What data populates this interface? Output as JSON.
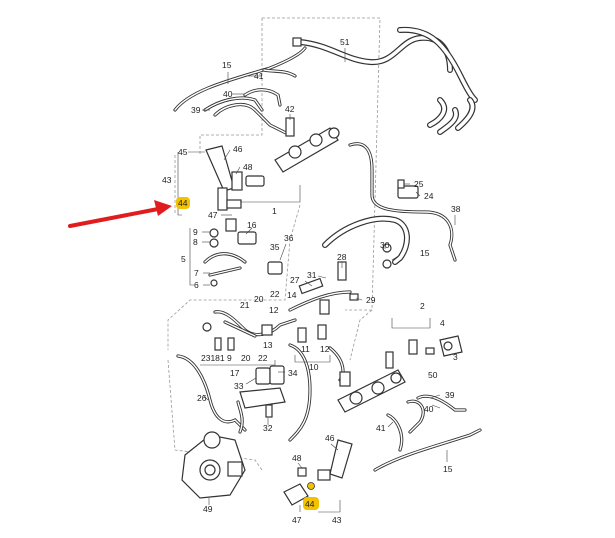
{
  "labels": {
    "l51": "51",
    "l15a": "15",
    "l41a": "41",
    "l40a": "40",
    "l39a": "39",
    "l42": "42",
    "l45": "45",
    "l46": "46",
    "l48a": "48",
    "l43a": "43",
    "l44a": "44",
    "l47a": "47",
    "l1": "1",
    "l25": "25",
    "l24": "24",
    "l38": "38",
    "l16": "16",
    "l9": "9",
    "l8": "8",
    "l5": "5",
    "l7": "7",
    "l6": "6",
    "l35": "35",
    "l36": "36",
    "l30": "30",
    "l15b": "15",
    "l27": "27",
    "l31": "31",
    "l28": "28",
    "l29": "29",
    "l21": "21",
    "l20": "20",
    "l22": "22",
    "l14": "14",
    "l12a": "12",
    "l11": "11",
    "l12b": "12",
    "l13": "13",
    "l10": "10",
    "l23_18_19": "23181 9",
    "l20b": "20",
    "l22b": "22",
    "l17": "17",
    "l33": "33",
    "l34": "34",
    "l32": "32",
    "l26": "26",
    "l2": "2",
    "l4": "4",
    "l3": "3",
    "l50": "50",
    "l39b": "39",
    "l40b": "40",
    "l41b": "41",
    "l15c": "15",
    "l46b": "46",
    "l48b": "48",
    "l49": "49",
    "l47b": "47",
    "l44b": "44",
    "l43b": "43"
  },
  "colors": {
    "highlight": "#f2c200",
    "arrow": "#e01c1c",
    "ink": "#333333"
  },
  "icons": [
    "red-pointer-arrow",
    "highlight-marker"
  ]
}
